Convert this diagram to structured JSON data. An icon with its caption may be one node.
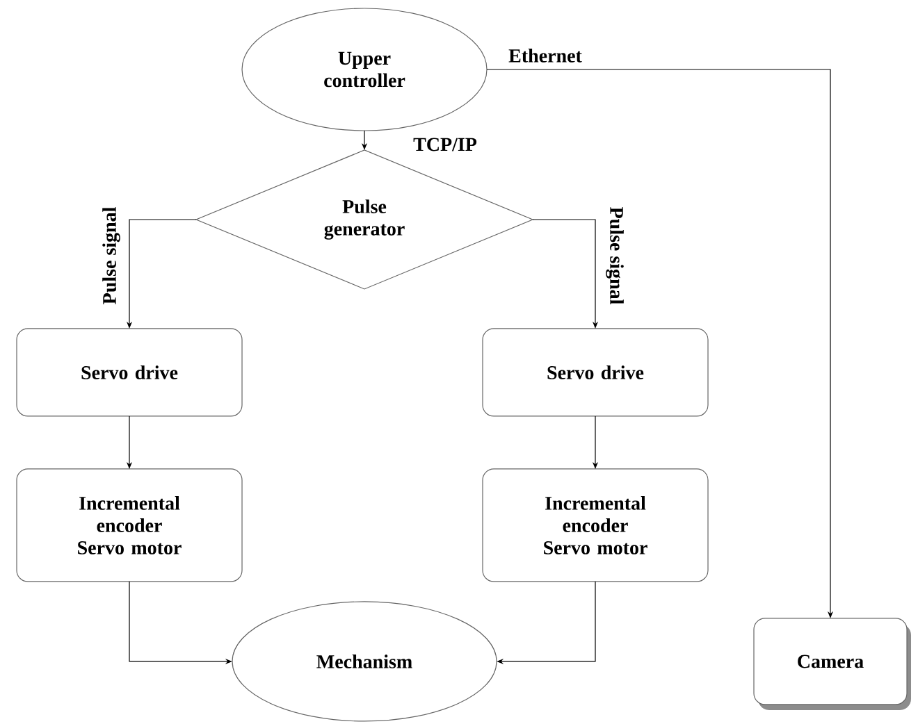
{
  "diagram": {
    "nodes": [
      {
        "text": [
          "Upper controller"
        ]
      },
      {
        "text": [
          "Pulse generator"
        ]
      },
      {
        "text": [
          "Servo drive"
        ]
      },
      {
        "text": [
          "Servo drive"
        ]
      },
      {
        "text": [
          "Incremental encoder Servo motor"
        ]
      },
      {
        "text": [
          "Incremental encoder Servo motor"
        ]
      },
      {
        "text": [
          "Mechanism"
        ]
      },
      {
        "text": [
          "Camera"
        ]
      }
    ],
    "edges": [
      {
        "from": 0,
        "to": 1,
        "arrow": "to",
        "label": "TCP/IP"
      },
      {
        "from": 1,
        "to": 2,
        "arrow": "to",
        "label": "Pulse signal"
      },
      {
        "from": 1,
        "to": 3,
        "arrow": "to",
        "label": "Pulse signal"
      },
      {
        "from": 2,
        "to": 4,
        "arrow": "to"
      },
      {
        "from": 3,
        "to": 5,
        "arrow": "to"
      },
      {
        "from": 4,
        "to": 6,
        "arrow": "to"
      },
      {
        "from": 5,
        "to": 6,
        "arrow": "to"
      },
      {
        "from": 0,
        "to": 7,
        "arrow": "to",
        "label": "Ethernet"
      }
    ]
  }
}
